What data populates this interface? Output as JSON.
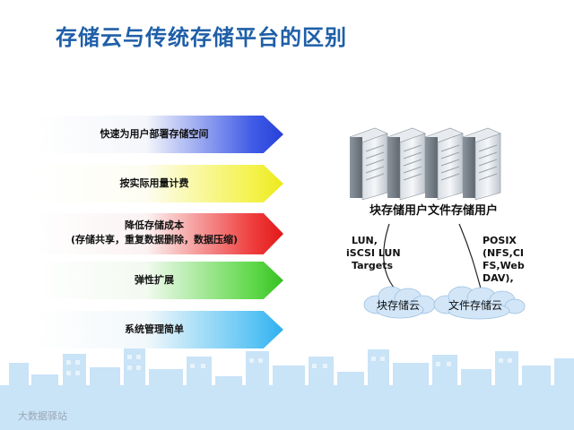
{
  "title": "存储云与传统存储平台的区别",
  "arrows": [
    {
      "label": "快速为用户部署存储空间"
    },
    {
      "label": "按实际用量计费"
    },
    {
      "label_line1": "降低存储成本",
      "label_line2": "(存储共享，重复数据删除，数据压缩)"
    },
    {
      "label": "弹性扩展"
    },
    {
      "label": "系统管理简单"
    }
  ],
  "users_label": "块存储用户文件存储用户",
  "block_protocol": {
    "line1": "LUN,",
    "line2": "iSCSI LUN",
    "line3": "Targets"
  },
  "file_protocol": {
    "line1": "POSIX",
    "line2": "(NFS,CI",
    "line3": "FS,Web",
    "line4": "DAV),"
  },
  "clouds": {
    "block": "块存储云",
    "file": "文件存储云"
  },
  "watermark": "大数据驿站",
  "colors": {
    "title": "#1f5fa8",
    "blue": "#2740d8",
    "yellow": "#ecea1c",
    "red": "#e01818",
    "green": "#36c022",
    "cyan": "#2fb0ee"
  },
  "icons": [
    "server-icon",
    "cloud-icon",
    "city-skyline"
  ]
}
